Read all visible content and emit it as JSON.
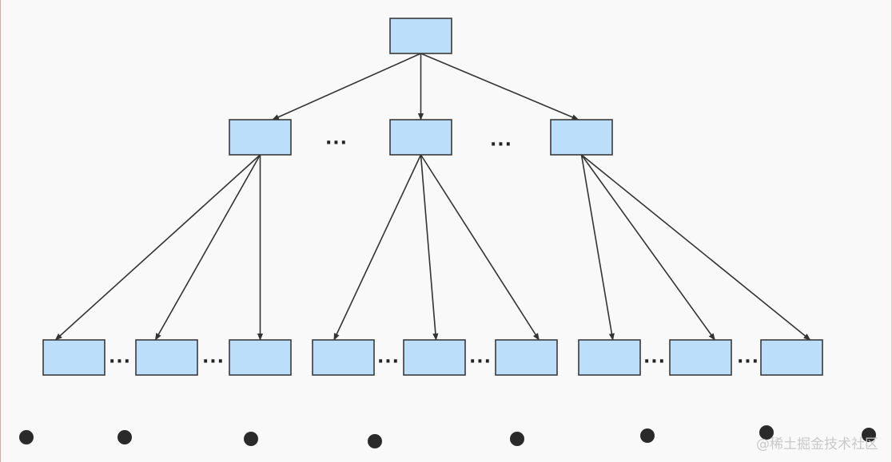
{
  "diagram": {
    "ellipsis_symbol": "···",
    "node_fill": "#bbdefb",
    "node_stroke": "#3a3a3a",
    "edge_color": "#333333",
    "levels": [
      {
        "level": 0,
        "nodes": [
          "root"
        ]
      },
      {
        "level": 1,
        "nodes": [
          "n1a",
          "n1b",
          "n1c"
        ]
      },
      {
        "level": 2,
        "nodes": [
          "n2a1",
          "n2a2",
          "n2a3",
          "n2b1",
          "n2b2",
          "n2b3",
          "n2c1",
          "n2c2",
          "n2c3"
        ]
      }
    ],
    "edges": [
      [
        "root",
        "n1a"
      ],
      [
        "root",
        "n1b"
      ],
      [
        "root",
        "n1c"
      ],
      [
        "n1a",
        "n2a1"
      ],
      [
        "n1a",
        "n2a2"
      ],
      [
        "n1a",
        "n2a3"
      ],
      [
        "n1b",
        "n2b1"
      ],
      [
        "n1b",
        "n2b2"
      ],
      [
        "n1b",
        "n2b3"
      ],
      [
        "n1c",
        "n2c1"
      ],
      [
        "n1c",
        "n2c2"
      ],
      [
        "n1c",
        "n2c3"
      ]
    ],
    "continuation_dot_count": 8
  },
  "watermark": "@稀土掘金技术社区"
}
